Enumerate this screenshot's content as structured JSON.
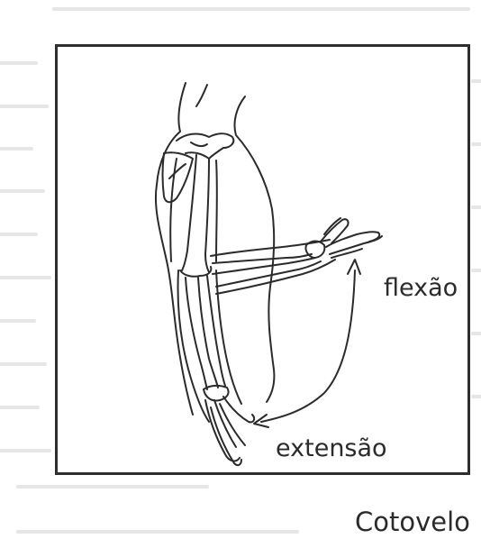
{
  "figure": {
    "caption": "Cotovelo",
    "labels": {
      "flexion": "flexão",
      "extension": "extensão"
    }
  },
  "colors": {
    "ink": "#2b2b2b",
    "frame": "#2e2e2e",
    "bleed_through": "#c9c9c9",
    "background": "#ffffff"
  }
}
